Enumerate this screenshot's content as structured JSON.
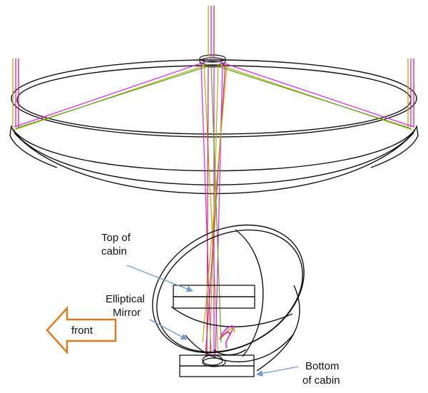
{
  "labels": {
    "top_of_cabin": [
      "Top of",
      "cabin"
    ],
    "elliptical_mirror": [
      "Elliptical",
      "Mirror"
    ],
    "front": "front",
    "bottom_of_cabin": [
      "Bottom",
      "of cabin"
    ]
  },
  "colors": {
    "outline": "#111111",
    "ray_magenta": "#e020e0",
    "ray_olive": "#b5b000",
    "ray_green": "#5aa02a",
    "ray_red": "#e02060",
    "callout": "#6f9bd0",
    "front_arrow_stroke": "#e07b1f",
    "front_arrow_fill": "#ffffff"
  }
}
